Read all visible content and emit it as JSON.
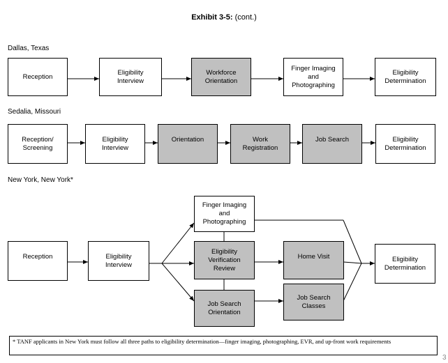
{
  "title": {
    "bold": "Exhibit 3-5:",
    "rest": "(cont.)"
  },
  "dallas": {
    "label": "Dallas, Texas",
    "boxes": [
      "Reception",
      "Eligibility\nInterview",
      "Workforce\nOrientation",
      "Finger Imaging\nand\nPhotographing",
      "Eligibility\nDetermination"
    ]
  },
  "sedalia": {
    "label": "Sedalia, Missouri",
    "boxes": [
      "Reception/\nScreening",
      "Eligibility\nInterview",
      "Orientation",
      "Work\nRegistration",
      "Job Search",
      "Eligibility\nDetermination"
    ]
  },
  "newyork": {
    "label": "New York, New York*",
    "boxes": [
      "Reception",
      "Eligibility\nInterview",
      "Finger Imaging\nand\nPhotographing",
      "Eligibility\nVerification\nReview",
      "Job Search\nOrientation",
      "Home Visit",
      "Job Search\nClasses",
      "Eligibility\nDetermination"
    ]
  },
  "footnote": "* TANF applicants in New York must follow all three paths to eligibility determination—finger imaging, photographing, EVR, and up-front work requirements",
  "page_number": "3"
}
